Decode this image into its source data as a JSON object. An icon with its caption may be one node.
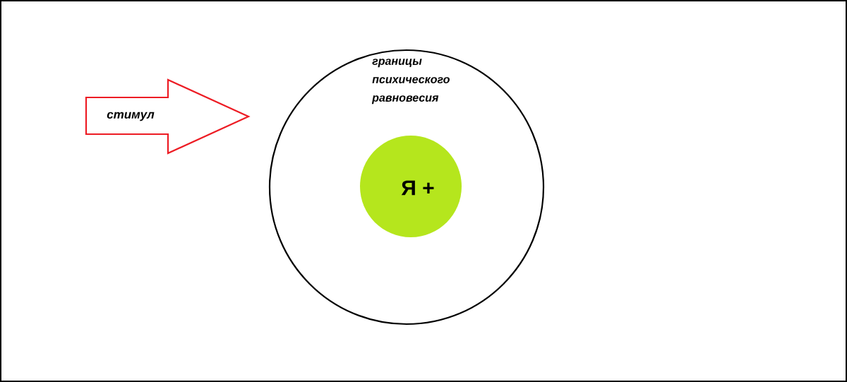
{
  "diagram": {
    "nodes": [
      {
        "text": [
          "границы психического равновесия"
        ]
      },
      {
        "text": [
          "Я +"
        ],
        "in": 0
      },
      {
        "text": [
          "стимул"
        ]
      }
    ]
  }
}
